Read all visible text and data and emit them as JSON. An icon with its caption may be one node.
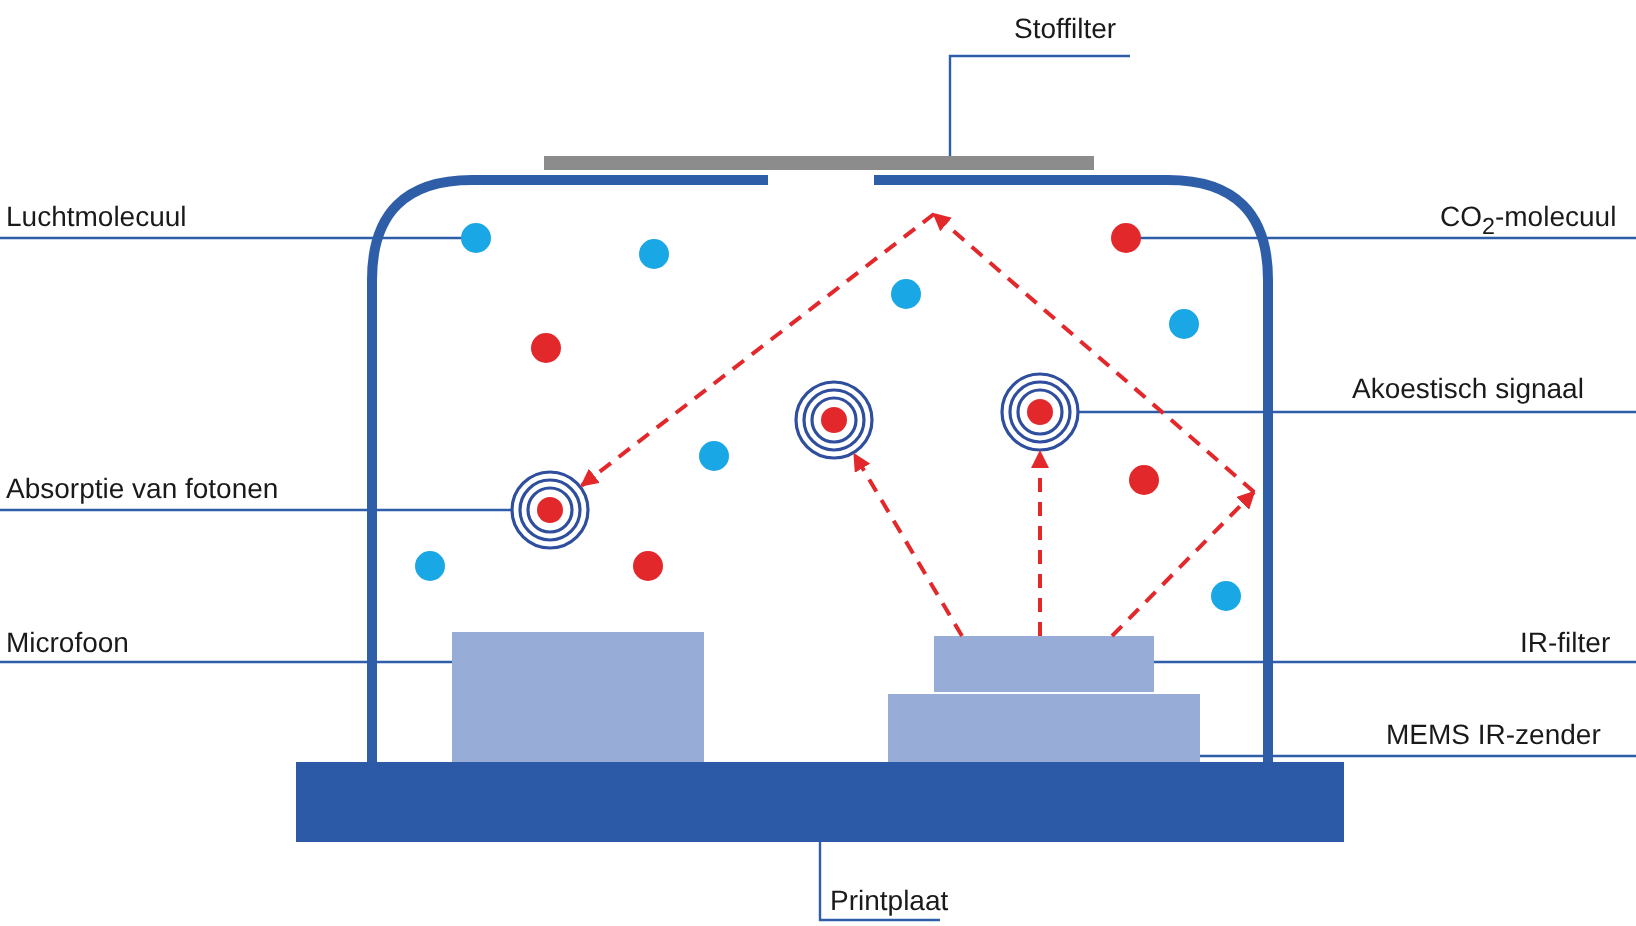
{
  "diagram": {
    "nodes": [
      {
        "text": [
          "Stoffilter"
        ]
      },
      {
        "text": [],
        "shape": "bar"
      },
      {
        "text": [
          "Luchtmolecuul"
        ]
      },
      {
        "text": [],
        "shape": "circle"
      },
      {
        "text": [
          "CO$_{2}$-molecuul"
        ]
      },
      {
        "text": [],
        "shape": "circle"
      },
      {
        "text": [
          "Akoestisch signaal"
        ]
      },
      {
        "text": [],
        "shape": "circle"
      },
      {
        "text": [
          "Absorptie van fotonen"
        ]
      },
      {
        "text": [],
        "shape": "circle"
      },
      {
        "text": [
          "Microfoon"
        ]
      },
      {
        "text": [],
        "shape": "box"
      },
      {
        "text": [
          "IR-filter"
        ]
      },
      {
        "text": [],
        "shape": "box"
      },
      {
        "text": [
          "MEMS IR-zender"
        ]
      },
      {
        "text": [],
        "shape": "box"
      },
      {
        "text": [
          "Printplaat"
        ]
      },
      {
        "text": [],
        "shape": "bar"
      },
      {
        "text": [],
        "shape": "circle"
      },
      {
        "text": [],
        "shape": "circle"
      },
      {
        "text": [],
        "shape": "circle"
      },
      {
        "text": [],
        "shape": "circle"
      },
      {
        "text": [],
        "shape": "circle"
      },
      {
        "text": [],
        "shape": "circle"
      },
      {
        "text": [],
        "shape": "circle"
      },
      {
        "text": [],
        "shape": "circle"
      },
      {
        "text": [],
        "shape": "circle"
      },
      {
        "text": [],
        "shape": "circle"
      }
    ],
    "edges": [
      {
        "from": 0,
        "to": 1,
        "arrow": "none"
      },
      {
        "from": 2,
        "to": 3,
        "arrow": "none"
      },
      {
        "from": 4,
        "to": 5,
        "arrow": "none"
      },
      {
        "from": 6,
        "to": 7,
        "arrow": "none"
      },
      {
        "from": 8,
        "to": 9,
        "arrow": "none"
      },
      {
        "from": 10,
        "to": 11,
        "arrow": "none"
      },
      {
        "from": 12,
        "to": 13,
        "arrow": "none"
      },
      {
        "from": 14,
        "to": 15,
        "arrow": "none"
      },
      {
        "from": 16,
        "to": 17,
        "arrow": "none"
      },
      {
        "from": 13,
        "to": 22,
        "arrow": "to",
        "style": "dashed",
        "color": "#e3282c"
      },
      {
        "from": 13,
        "to": 7,
        "arrow": "to",
        "style": "dashed",
        "color": "#e3282c"
      },
      {
        "from": 13,
        "to": 9,
        "arrow": "to",
        "style": "dashed",
        "color": "#e3282c"
      }
    ]
  }
}
